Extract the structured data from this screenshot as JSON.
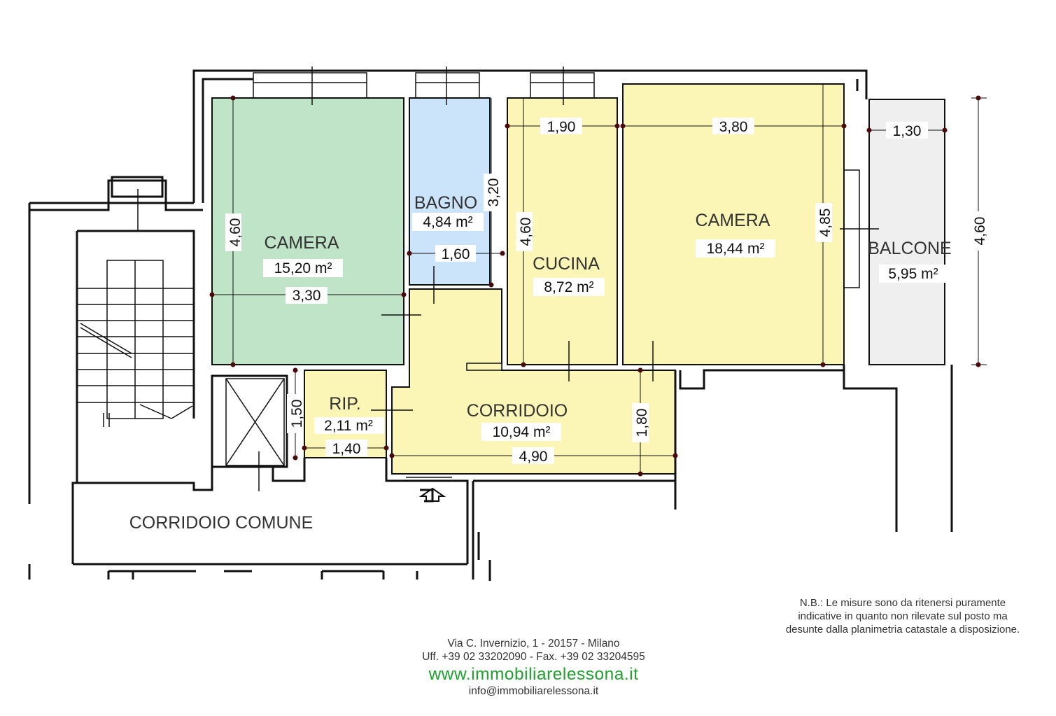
{
  "rooms": {
    "camera1": {
      "label": "CAMERA",
      "area": "15,20 m²",
      "color": "#bfe4c8"
    },
    "bagno": {
      "label": "BAGNO",
      "area": "4,84 m²",
      "color": "#cce4fa"
    },
    "cucina": {
      "label": "CUCINA",
      "area": "8,72 m²",
      "color": "#fbf6b6"
    },
    "camera2": {
      "label": "CAMERA",
      "area": "18,44 m²",
      "color": "#fbf6b6"
    },
    "balcone": {
      "label": "BALCONE",
      "area": "5,95 m²",
      "color": "#efefef"
    },
    "ripostiglio": {
      "label": "RIP.",
      "area": "2,11 m²",
      "color": "#fbf6b6"
    },
    "corridoio": {
      "label": "CORRIDOIO",
      "area": "10,94 m²",
      "color": "#fbf6b6"
    },
    "corridoio_comune": {
      "label": "CORRIDOIO COMUNE"
    }
  },
  "dimensions": {
    "camera1_height": "4,60",
    "camera1_width": "3,30",
    "bagno_height": "3,20",
    "bagno_width": "1,60",
    "cucina_width": "1,90",
    "cucina_height": "4,60",
    "camera2_width": "3,80",
    "camera2_height": "4,85",
    "balcone_width": "1,30",
    "balcone_height": "4,60",
    "rip_height": "1,50",
    "rip_width": "1,40",
    "corridoio_width": "4,90",
    "corridoio_height": "1,80"
  },
  "footer": {
    "address": "Via C. Invernizio, 1 - 20157 - Milano",
    "phone": "Uff. +39 02 33202090 - Fax. +39 02 33204595",
    "website": "www.immobiliarelessona.it",
    "email": "info@immobiliarelessona.it"
  },
  "note": "N.B.: Le misure sono da ritenersi puramente indicative in quanto non rilevate sul posto ma desunte dalla planimetria catastale a disposizione."
}
